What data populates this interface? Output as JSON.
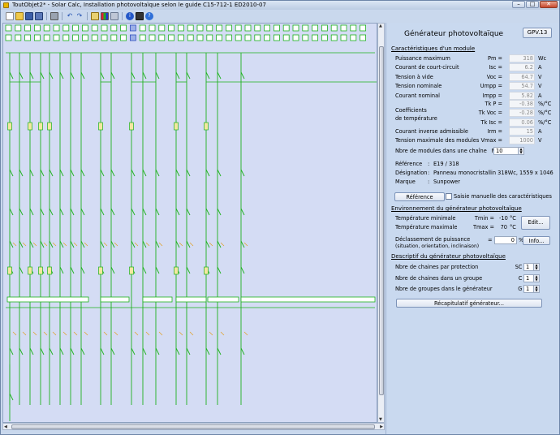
{
  "window": {
    "title": "ToutObjet2* - Solar Calc, Installation photovoltaïque selon le guide C15-712-1 ED2010-07",
    "btn_min": "–",
    "btn_max": "□",
    "btn_close": "✕"
  },
  "toolbar": {
    "icons": [
      "new-icon",
      "open-icon",
      "save-icon",
      "save-all-icon",
      "print-icon",
      "undo-icon",
      "redo-icon",
      "edit-icon",
      "chart-icon",
      "component-icon",
      "info-icon",
      "calculator-icon",
      "help-icon"
    ]
  },
  "panel": {
    "title": "Générateur photovoltaïque",
    "gpv_button": "GPV.13",
    "section_module": "Caractéristiques d'un module",
    "rows": [
      {
        "label": "Puissance maximum",
        "sym": "Pm =",
        "val": "318",
        "unit": "Wc"
      },
      {
        "label": "Courant de court-circuit",
        "sym": "Isc =",
        "val": "6.2",
        "unit": "A"
      },
      {
        "label": "Tension à vide",
        "sym": "Voc =",
        "val": "64.7",
        "unit": "V"
      },
      {
        "label": "Tension nominale",
        "sym": "Umpp =",
        "val": "54.7",
        "unit": "V"
      },
      {
        "label": "Courant nominal",
        "sym": "Impp =",
        "val": "5.82",
        "unit": "A"
      }
    ],
    "coef_label_1": "Coefficients",
    "coef_label_2": "de température",
    "coef_rows": [
      {
        "sym": "Tk P =",
        "val": "-0.38",
        "unit": "%/°C"
      },
      {
        "sym": "Tk Voc =",
        "val": "-0.28",
        "unit": "%/°C"
      },
      {
        "sym": "Tk Isc =",
        "val": "0.06",
        "unit": "%/°C"
      }
    ],
    "rows2": [
      {
        "label": "Courant inverse admissible",
        "sym": "Irm =",
        "val": "15",
        "unit": "A"
      },
      {
        "label": "Tension maximale des modules",
        "sym": "Vmax =",
        "val": "1000",
        "unit": "V"
      }
    ],
    "nb_modules_label": "Nbre de modules dans une chaîne",
    "nb_modules_sym": "M =",
    "nb_modules_val": "10",
    "ref_label": "Référence",
    "ref_val": "E19 / 318",
    "desig_label": "Désignation",
    "desig_val": "Panneau monocristallin 318Wc, 1559 x 1046",
    "marque_label": "Marque",
    "marque_val": "Sunpower",
    "colon": ":",
    "reference_button": "Référence",
    "manual_label": "Saisie manuelle des caractéristiques",
    "section_env": "Environnement du générateur photovoltaïque",
    "tmin_label": "Température minimale",
    "tmin_sym": "Tmin =",
    "tmin_val": "-10",
    "tmin_unit": "°C",
    "tmax_label": "Température maximale",
    "tmax_sym": "Tmax =",
    "tmax_val": "70",
    "tmax_unit": "°C",
    "edit_button": "Edit...",
    "decl_label_1": "Déclassement de puissance",
    "decl_label_2": "(situation, orientation, inclinaison)",
    "decl_sym": "=",
    "decl_val": "0",
    "decl_unit": "%",
    "info_button": "Info...",
    "section_desc": "Descriptif du générateur photovoltaïque",
    "sc_label": "Nbre de chaines par protection",
    "sc_sym": "SC =",
    "sc_val": "1",
    "c_label": "Nbre de chaines dans un groupe",
    "c_sym": "C =",
    "c_val": "1",
    "g_label": "Nbre de groupes dans le générateur",
    "g_sym": "G =",
    "g_val": "1",
    "recap_button": "Récapitulatif générateur..."
  }
}
